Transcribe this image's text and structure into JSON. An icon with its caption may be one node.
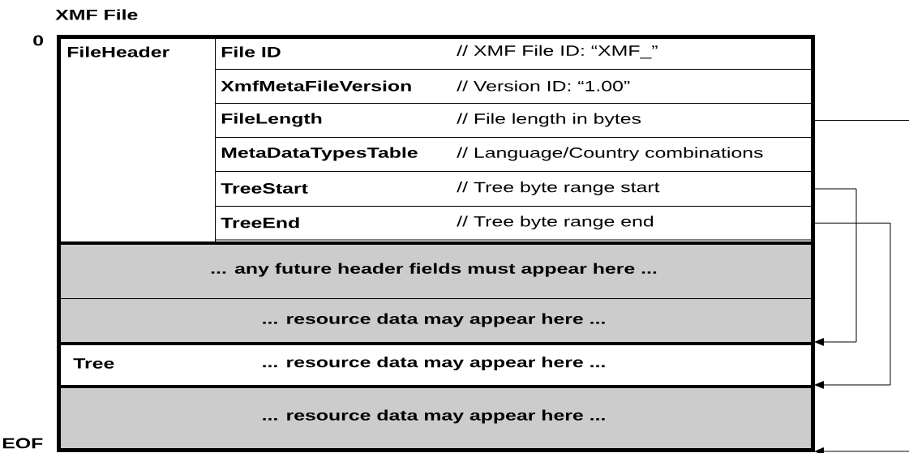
{
  "diagram": {
    "nodes": [
      {
        "text": [
          "XMF File"
        ]
      },
      {
        "text": [
          "FileHeader"
        ],
        "in": 0
      },
      {
        "text": [
          "File ID",
          "// XMF File ID: “XMF_”"
        ],
        "in": 0
      },
      {
        "text": [
          "XmfMetaFileVersion",
          "// Version ID: “1.00”"
        ],
        "in": 0
      },
      {
        "text": [
          "FileLength",
          "// File length in bytes"
        ],
        "in": 0
      },
      {
        "text": [
          "MetaDataTypesTable",
          "// Language/Country combinations"
        ],
        "in": 0
      },
      {
        "text": [
          "TreeStart",
          "// Tree byte range start"
        ],
        "in": 0
      },
      {
        "text": [
          "TreeEnd",
          "// Tree byte range end"
        ],
        "in": 0
      },
      {
        "text": [
          "... any future header fields must appear here ..."
        ],
        "in": 0
      },
      {
        "text": [
          "... resource data may appear here ..."
        ],
        "in": 0
      },
      {
        "text": [
          "Tree",
          "... resource data may appear here ..."
        ],
        "in": 0
      },
      {
        "text": [
          "... resource data may appear here ..."
        ],
        "in": 0
      }
    ],
    "edges": [
      {
        "from": 4,
        "to": null,
        "arrow": "none"
      },
      {
        "from": 6,
        "to": 10,
        "arrow": "to"
      },
      {
        "from": 7,
        "to": 11,
        "arrow": "to"
      },
      {
        "from": null,
        "to": 11,
        "arrow": "to"
      }
    ],
    "labels": [
      "0",
      "EOF"
    ]
  }
}
